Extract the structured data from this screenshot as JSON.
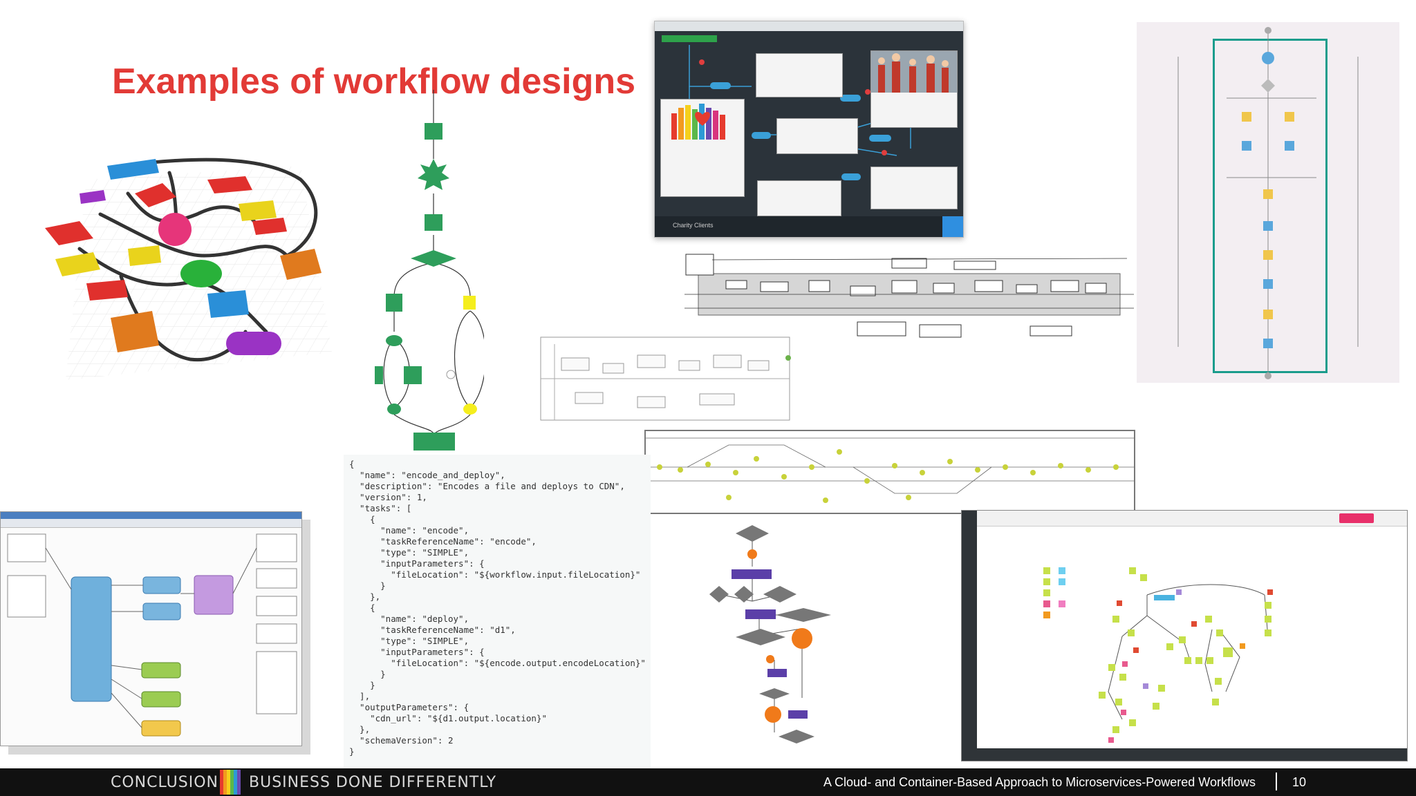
{
  "slide": {
    "title": "Examples of workflow designs",
    "footer": {
      "section": "CONCLUSION",
      "tagline": "BUSINESS DONE DIFFERENTLY",
      "subtitle": "A Cloud- and Container-Based Approach to Microservices-Powered Workflows",
      "page": "10"
    }
  },
  "code_sample": {
    "lines": [
      "{",
      "  \"name\": \"encode_and_deploy\",",
      "  \"description\": \"Encodes a file and deploys to CDN\",",
      "  \"version\": 1,",
      "  \"tasks\": [",
      "    {",
      "      \"name\": \"encode\",",
      "      \"taskReferenceName\": \"encode\",",
      "      \"type\": \"SIMPLE\",",
      "      \"inputParameters\": {",
      "        \"fileLocation\": \"${workflow.input.fileLocation}\"",
      "      }",
      "    },",
      "    {",
      "      \"name\": \"deploy\",",
      "      \"taskReferenceName\": \"d1\",",
      "      \"type\": \"SIMPLE\",",
      "      \"inputParameters\": {",
      "        \"fileLocation\": \"${encode.output.encodeLocation}\"",
      "      }",
      "",
      "    }",
      "  ],",
      "  \"outputParameters\": {",
      "    \"cdn_url\": \"${d1.output.location}\"",
      "  },",
      "  \"schemaVersion\": 2",
      "}"
    ]
  },
  "browser_mock": {
    "footer_label": "Charity Clients"
  },
  "colors": {
    "title_red": "#e23a36",
    "footer_bg": "#111111",
    "flow_green": "#2e9e5b",
    "flow_yellow": "#f5ee1d",
    "teal_frame": "#1a9c8c",
    "orange": "#f07a1a",
    "purple_node": "#5b3fa8"
  }
}
